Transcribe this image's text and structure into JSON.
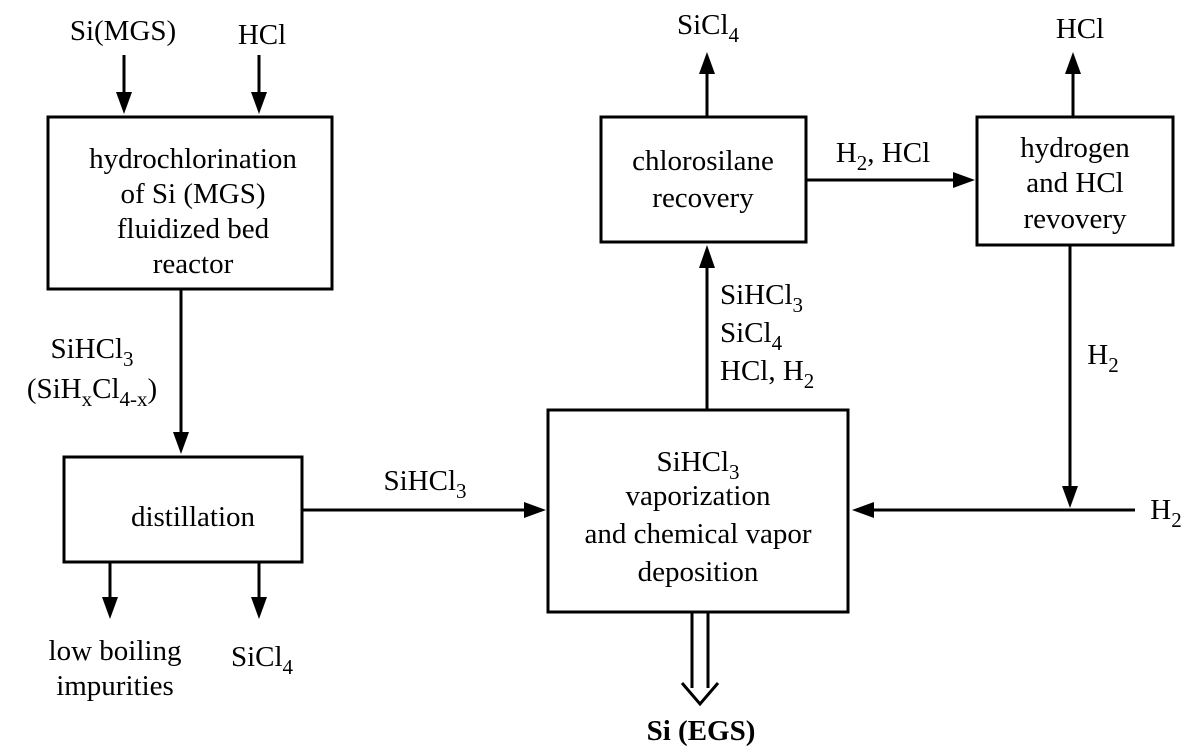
{
  "boxes": {
    "reactor": [
      "hydrochlorination",
      "of Si (MGS)",
      "fluidized bed",
      "reactor"
    ],
    "distillation": [
      "distillation"
    ],
    "cvd": [
      {
        "base": "SiHCl",
        "sub": "3"
      },
      {
        "base": "vaporization"
      },
      {
        "base": "and chemical vapor"
      },
      {
        "base": "deposition"
      }
    ],
    "chlorosilane": [
      "chlorosilane",
      "recovery"
    ],
    "hydrogen": [
      "hydrogen",
      "and HCl",
      "revovery"
    ]
  },
  "inputs": {
    "si_mgs": "Si(MGS)",
    "hcl": "HCl",
    "h2": {
      "base": "H",
      "sub": "2"
    }
  },
  "outputs": {
    "low_boiling": [
      "low boiling",
      "impurities"
    ],
    "sicl4_distillation": {
      "base": "SiCl",
      "sub": "4"
    },
    "sicl4_top": {
      "base": "SiCl",
      "sub": "4"
    },
    "hcl_top": "HCl",
    "si_egs": "Si (EGS)"
  },
  "flows": {
    "reactor_to_distillation": [
      {
        "parts": [
          {
            "t": "SiHCl"
          },
          {
            "t": "3",
            "sub": true
          }
        ]
      },
      {
        "parts": [
          {
            "t": "(SiH"
          },
          {
            "t": "x",
            "sub": true
          },
          {
            "t": "Cl"
          },
          {
            "t": "4-x",
            "sub": true
          },
          {
            "t": ")"
          }
        ]
      }
    ],
    "distillation_to_cvd": {
      "base": "SiHCl",
      "sub": "3"
    },
    "cvd_to_chlorosilane": [
      {
        "parts": [
          {
            "t": "SiHCl"
          },
          {
            "t": "3",
            "sub": true
          }
        ]
      },
      {
        "parts": [
          {
            "t": "SiCl"
          },
          {
            "t": "4",
            "sub": true
          }
        ]
      },
      {
        "parts": [
          {
            "t": "HCl, H"
          },
          {
            "t": "2",
            "sub": true
          }
        ]
      }
    ],
    "chlorosilane_to_hydrogen": {
      "parts": [
        {
          "t": "H"
        },
        {
          "t": "2",
          "sub": true
        },
        {
          "t": ", HCl"
        }
      ]
    },
    "hydrogen_to_cvd": {
      "base": "H",
      "sub": "2"
    }
  }
}
